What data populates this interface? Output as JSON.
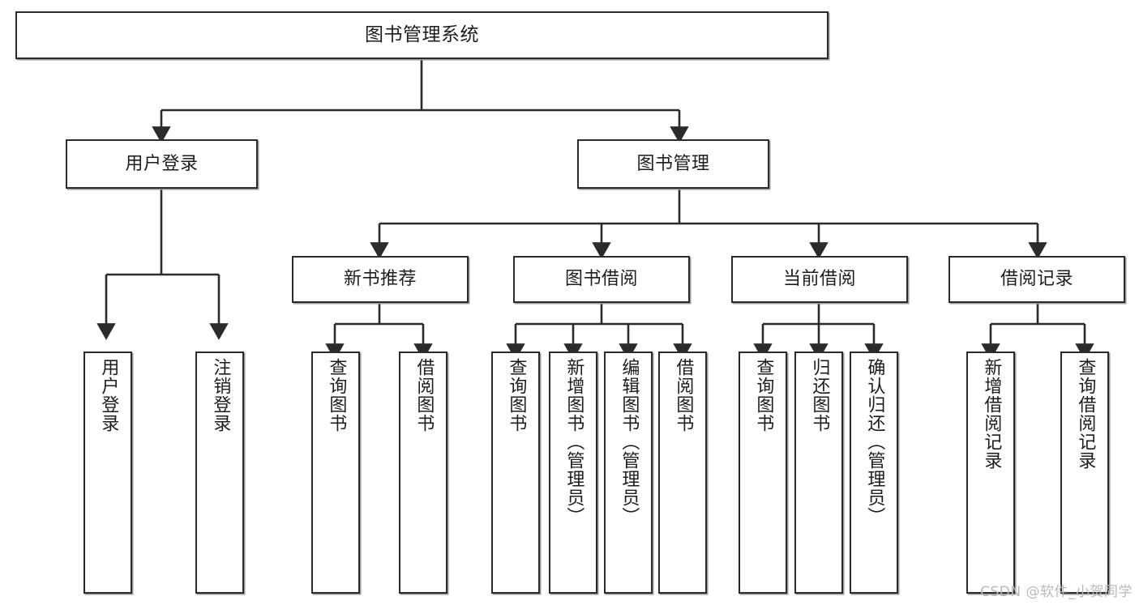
{
  "diagram": {
    "title": "图书管理系统",
    "type": "tree-hierarchy-chart",
    "watermark": "CSDN @软件_小贺同学",
    "colors": {
      "stroke": "#2b2b2b",
      "fill": "#ffffff",
      "text": "#1d1d1d",
      "shadow": "#9a9a9a",
      "watermark": "#b9b9b9"
    }
  },
  "nodes": {
    "root": {
      "label": "图书管理系统"
    },
    "level1": [
      {
        "label": "用户登录"
      },
      {
        "label": "图书管理"
      }
    ],
    "level2": [
      {
        "label": "新书推荐"
      },
      {
        "label": "图书借阅"
      },
      {
        "label": "当前借阅"
      },
      {
        "label": "借阅记录"
      }
    ],
    "leaves": [
      {
        "label": "用户登录"
      },
      {
        "label": "注销登录"
      },
      {
        "label": "查询图书"
      },
      {
        "label": "借阅图书"
      },
      {
        "label": "查询图书"
      },
      {
        "label": "新增图书（管理员）"
      },
      {
        "label": "编辑图书（管理员）"
      },
      {
        "label": "借阅图书"
      },
      {
        "label": "查询图书"
      },
      {
        "label": "归还图书"
      },
      {
        "label": "确认归还（管理员）"
      },
      {
        "label": "新增借阅记录"
      },
      {
        "label": "查询借阅记录"
      }
    ]
  },
  "edges": {
    "root_to_level1": [
      "图书管理系统 → 用户登录",
      "图书管理系统 → 图书管理"
    ],
    "user_login_children": [
      "用户登录 → 用户登录",
      "用户登录 → 注销登录"
    ],
    "book_mgmt_children": [
      "图书管理 → 新书推荐",
      "图书管理 → 图书借阅",
      "图书管理 → 当前借阅",
      "图书管理 → 借阅记录"
    ],
    "new_book_children": [
      "新书推荐 → 查询图书",
      "新书推荐 → 借阅图书"
    ],
    "borrow_children": [
      "图书借阅 → 查询图书",
      "图书借阅 → 新增图书（管理员）",
      "图书借阅 → 编辑图书（管理员）",
      "图书借阅 → 借阅图书"
    ],
    "current_children": [
      "当前借阅 → 查询图书",
      "当前借阅 → 归还图书",
      "当前借阅 → 确认归还（管理员）"
    ],
    "record_children": [
      "借阅记录 → 新增借阅记录",
      "借阅记录 → 查询借阅记录"
    ]
  }
}
